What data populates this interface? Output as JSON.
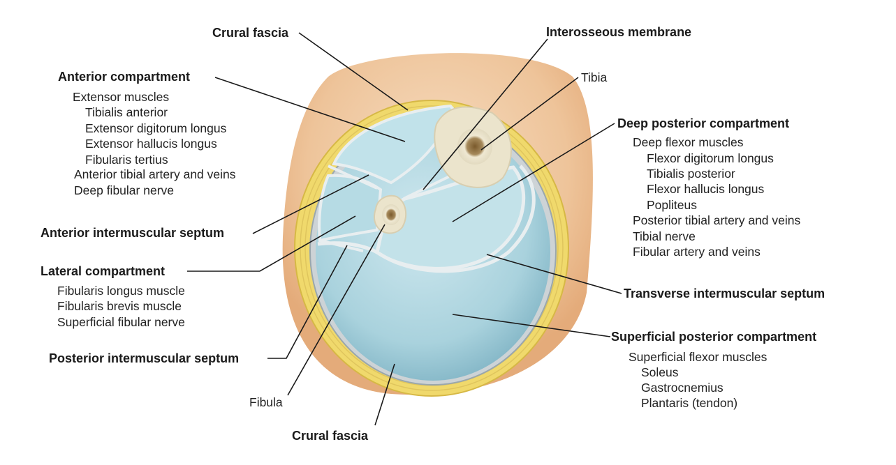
{
  "labels": {
    "crural_fascia_top": "Crural fascia",
    "interosseous_membrane": "Interosseous membrane",
    "tibia": "Tibia",
    "anterior_compartment": "Anterior compartment",
    "anterior_items": [
      "Extensor muscles",
      "Tibialis anterior",
      "Extensor digitorum longus",
      "Extensor hallucis longus",
      "Fibularis tertius",
      "Anterior tibial artery and veins",
      "Deep fibular nerve"
    ],
    "deep_posterior_compartment": "Deep posterior compartment",
    "deep_posterior_items": [
      "Deep flexor muscles",
      "Flexor digitorum longus",
      "Tibialis posterior",
      "Flexor hallucis longus",
      "Popliteus",
      "Posterior tibial artery and veins",
      "Tibial nerve",
      "Fibular artery and veins"
    ],
    "anterior_intermuscular_septum": "Anterior intermuscular septum",
    "lateral_compartment": "Lateral compartment",
    "lateral_items": [
      "Fibularis longus muscle",
      "Fibularis brevis muscle",
      "Superficial fibular nerve"
    ],
    "transverse_intermuscular_septum": "Transverse intermuscular septum",
    "superficial_posterior_compartment": "Superficial posterior compartment",
    "superficial_posterior_items": [
      "Superficial flexor muscles",
      "Soleus",
      "Gastrocnemius",
      "Plantaris (tendon)"
    ],
    "posterior_intermuscular_septum": "Posterior intermuscular septum",
    "fibula": "Fibula",
    "crural_fascia_bottom": "Crural fascia"
  },
  "colors": {
    "skin": "#efc9a3",
    "fat": "#f3de74",
    "fascia": "#c8cdd0",
    "compartment": "#aad3de",
    "compartment_light": "#c9e6ed",
    "bone": "#eee8d3",
    "marrow": "#8a6a3a",
    "leader": "#1a1a1a"
  }
}
